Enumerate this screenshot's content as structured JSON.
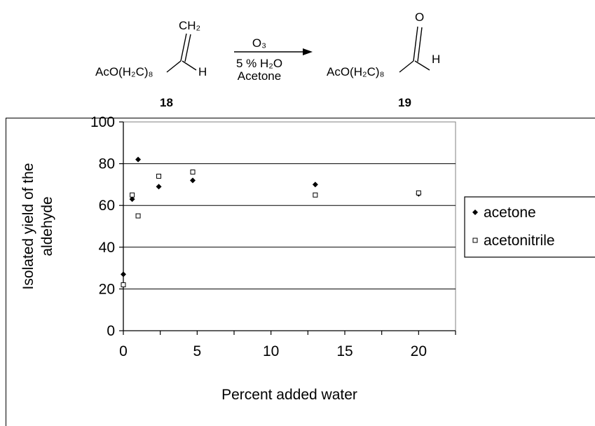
{
  "scheme": {
    "reactant_label": "AcO(H₂C)₈",
    "reactant_group": "CH₂",
    "reactant_h": "H",
    "reactant_number": "18",
    "reagent": "O₃",
    "conditions_line1": "5 % H₂O",
    "conditions_line2": "Acetone",
    "product_label": "AcO(H₂C)₈",
    "product_o": "O",
    "product_h": "H",
    "product_number": "19"
  },
  "chart_data": {
    "type": "scatter",
    "title": "",
    "xlabel": "Percent added water",
    "ylabel": [
      "Isolated yield of the",
      "aldehyde"
    ],
    "xlim": [
      0,
      22.5
    ],
    "ylim": [
      0,
      100
    ],
    "xticks": [
      0,
      5,
      10,
      15,
      20
    ],
    "yticks": [
      0,
      20,
      40,
      60,
      80,
      100
    ],
    "grid": "horizontal",
    "legend_position": "right",
    "series": [
      {
        "name": "acetone",
        "marker": "filled-diamond",
        "color": "#000000",
        "points": [
          [
            0,
            27
          ],
          [
            0.6,
            63
          ],
          [
            1,
            82
          ],
          [
            2.4,
            69
          ],
          [
            4.7,
            72
          ],
          [
            13,
            70
          ],
          [
            20,
            65.5
          ]
        ]
      },
      {
        "name": "acetonitrile",
        "marker": "open-square",
        "color": "#000000",
        "points": [
          [
            0,
            22
          ],
          [
            0.6,
            65
          ],
          [
            1,
            55
          ],
          [
            2.4,
            74
          ],
          [
            4.7,
            76
          ],
          [
            13,
            65
          ],
          [
            20,
            66
          ]
        ]
      }
    ]
  }
}
